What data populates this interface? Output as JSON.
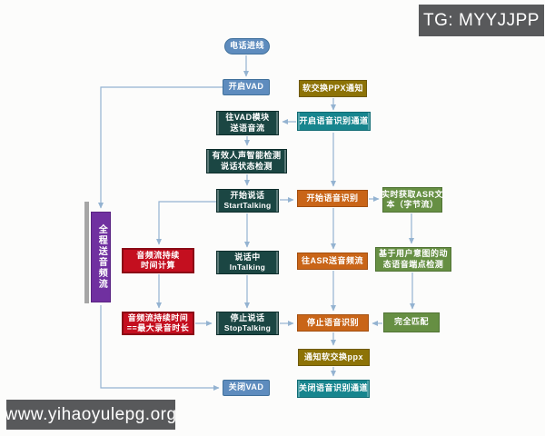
{
  "watermarks": {
    "top": "TG: MYYJJPP",
    "bottom": "www.yihaoyulepg.org"
  },
  "nodes": {
    "call_in": {
      "label": "电话进线"
    },
    "open_vad": {
      "label": "开启VAD"
    },
    "notify_ppx": {
      "label": "软交换PPX通知"
    },
    "send_to_vad": {
      "lines": [
        "往VAD模块",
        "送语音流"
      ]
    },
    "open_asr_channel": {
      "label": "开启语音识别通道"
    },
    "valid_voice": {
      "lines": [
        "有效人声智能检测",
        "说话状态检测"
      ]
    },
    "start_talking": {
      "lines": [
        "开始说话",
        "StartTalking"
      ]
    },
    "start_asr": {
      "label": "开始语音识别"
    },
    "asr_text": {
      "lines": [
        "实时获取ASR文",
        "本（字节流）"
      ]
    },
    "full_stream": {
      "label": "全程送音频流"
    },
    "duration_calc": {
      "lines": [
        "音频流持续",
        "时间计算"
      ]
    },
    "in_talking": {
      "lines": [
        "说话中",
        "InTalking"
      ]
    },
    "send_asr_stream": {
      "label": "往ASR送音频流"
    },
    "intent_detect": {
      "lines": [
        "基于用户意图的动",
        "态语音端点检测"
      ]
    },
    "duration_max": {
      "lines": [
        "音频流持续时间",
        "==最大录音时长"
      ]
    },
    "stop_talking": {
      "lines": [
        "停止说话",
        "StopTalking"
      ]
    },
    "stop_asr": {
      "label": "停止语音识别"
    },
    "full_match": {
      "label": "完全匹配"
    },
    "notify_softswitch": {
      "label": "通知软交换ppx"
    },
    "close_vad": {
      "label": "关闭VAD"
    },
    "close_asr_channel": {
      "label": "关闭语音识别通道"
    }
  },
  "colors": {
    "blue": "#5e8cbe",
    "blue-border": "#41719c",
    "darkteal": "#1b4643",
    "darkteal-border": "#0e2e2c",
    "teal": "#17858e",
    "teal-border": "#0f6b73",
    "orange": "#c96518",
    "orange-border": "#a34f10",
    "green": "#668f43",
    "green-border": "#507334",
    "olive": "#8d7307",
    "olive-border": "#6f5a05",
    "red": "#c40f1f",
    "red-border": "#8c0a16",
    "purple": "#7030a0",
    "purple-border": "#5a2482",
    "arrow": "#94b3d1",
    "bar": "#a6a6a6",
    "wm-bg": "#58595b"
  }
}
